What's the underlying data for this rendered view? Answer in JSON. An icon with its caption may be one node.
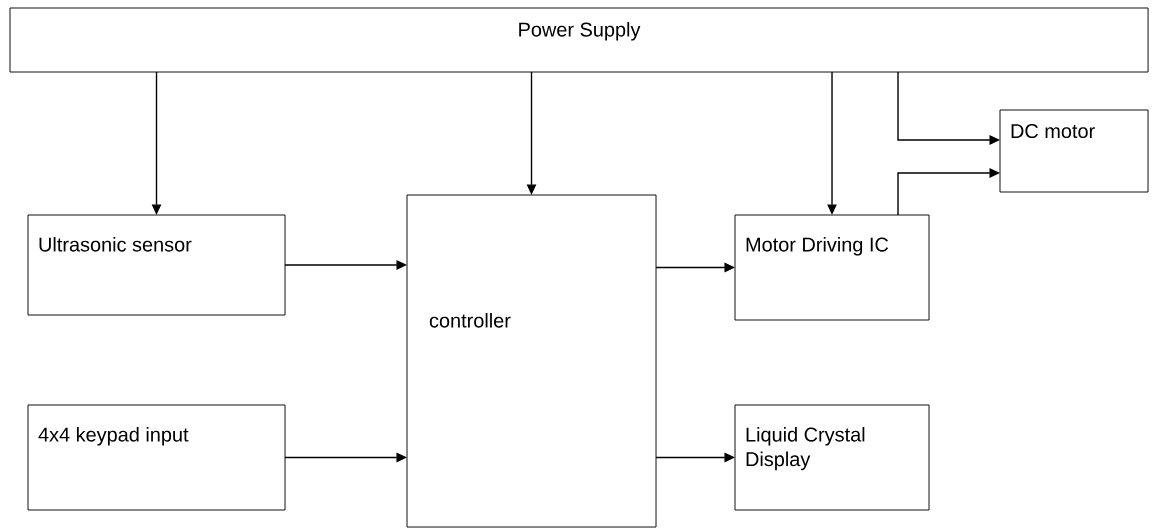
{
  "diagram": {
    "nodes": [
      {
        "text": [
          "Power Supply"
        ]
      },
      {
        "text": [
          "Ultrasonic sensor"
        ]
      },
      {
        "text": [
          "4x4 keypad input"
        ]
      },
      {
        "text": [
          "controller"
        ]
      },
      {
        "text": [
          "Motor Driving IC"
        ]
      },
      {
        "text": [
          "Liquid Crystal Display"
        ]
      },
      {
        "text": [
          "DC motor"
        ]
      }
    ],
    "edges": [
      {
        "from": 0,
        "to": 1,
        "arrow": "to"
      },
      {
        "from": 0,
        "to": 3,
        "arrow": "to"
      },
      {
        "from": 0,
        "to": 4,
        "arrow": "to"
      },
      {
        "from": 0,
        "to": 6,
        "arrow": "to"
      },
      {
        "from": 4,
        "to": 6,
        "arrow": "to"
      },
      {
        "from": 1,
        "to": 3,
        "arrow": "to"
      },
      {
        "from": 2,
        "to": 3,
        "arrow": "to"
      },
      {
        "from": 3,
        "to": 4,
        "arrow": "to"
      },
      {
        "from": 3,
        "to": 5,
        "arrow": "to"
      }
    ]
  }
}
